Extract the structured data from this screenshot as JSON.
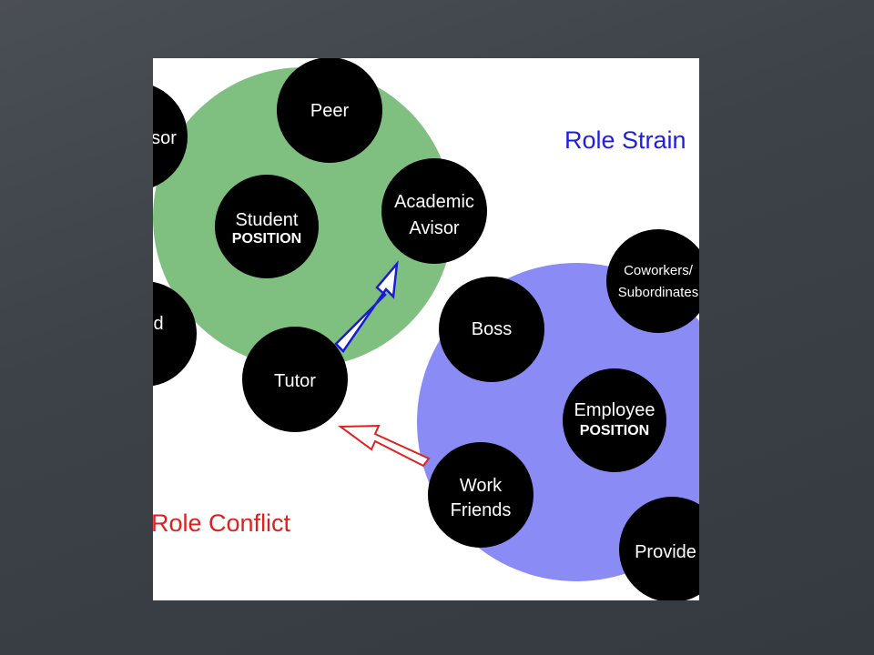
{
  "diagram": {
    "labels": {
      "role_strain": "Role Strain",
      "role_conflict": "Role Conflict"
    },
    "colors": {
      "student_circle": "#7fbf7f",
      "employee_circle": "#8b8bf5",
      "node": "#000000",
      "node_text": "#ffffff",
      "strain_label": "#1f1fe0",
      "conflict_label": "#e02020",
      "strain_arrow": "#1a1ad8",
      "conflict_arrow": "#e02020"
    },
    "student_group": {
      "nodes": [
        {
          "id": "advisor-partial",
          "text": "sor"
        },
        {
          "id": "peer",
          "text": "Peer"
        },
        {
          "id": "student",
          "text": "Student",
          "sub": "POSITION"
        },
        {
          "id": "academic-avisor",
          "text": "Academic",
          "text2": "Avisor"
        },
        {
          "id": "friend-partial",
          "text": "d"
        },
        {
          "id": "tutor",
          "text": "Tutor"
        }
      ]
    },
    "employee_group": {
      "nodes": [
        {
          "id": "coworkers",
          "text": "Coworkers/",
          "text2": "Subordinates"
        },
        {
          "id": "boss",
          "text": "Boss"
        },
        {
          "id": "employee",
          "text": "Employee",
          "sub": "POSITION"
        },
        {
          "id": "work-friends",
          "text": "Work",
          "text2": "Friends"
        },
        {
          "id": "provider-partial",
          "text": "Provide"
        }
      ]
    }
  }
}
